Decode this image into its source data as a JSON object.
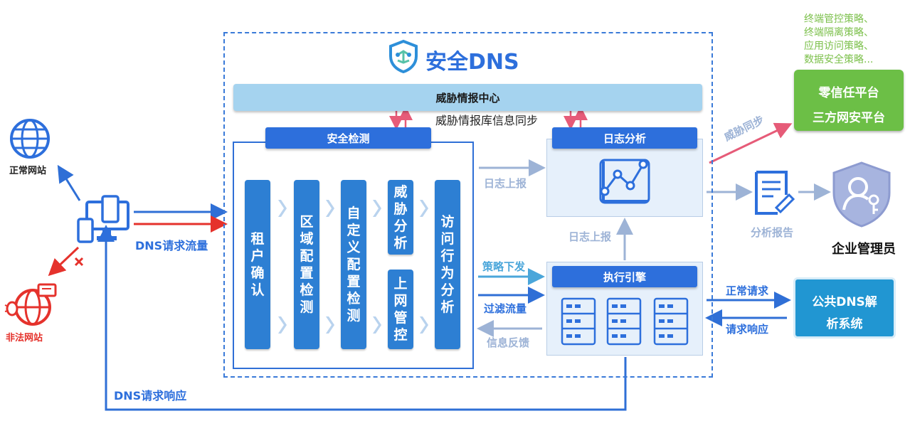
{
  "title": "安全DNS",
  "threat_center": {
    "label": "威胁情报中心",
    "sync_label": "威胁情报库信息同步"
  },
  "security_detection": {
    "label": "安全检测",
    "steps": [
      "租户确认",
      "区域配置检测",
      "自定义配置检测",
      "威胁分析",
      "上网管控",
      "访问行为分析"
    ]
  },
  "log_analysis": {
    "label": "日志分析"
  },
  "execution_engine": {
    "label": "执行引擎"
  },
  "flows": {
    "log_report_left": "日志上报",
    "log_report_up": "日志上报",
    "policy_down": "策略下发",
    "filter_traffic": "过滤流量",
    "info_feedback": "信息反馈",
    "dns_request_traffic": "DNS请求流量",
    "dns_request_response": "DNS请求响应",
    "threat_sync": "威胁同步",
    "normal_request": "正常请求",
    "request_response": "请求响应",
    "analysis_report": "分析报告"
  },
  "left": {
    "normal_site": "正常网站",
    "illegal_site": "非法网站"
  },
  "right": {
    "zero_trust_line1": "零信任平台",
    "zero_trust_line2": "三方网安平台",
    "policies": [
      "终端管控策略、",
      "终端隔离策略、",
      "应用访问策略、",
      "数据安全策略..."
    ],
    "admin": "企业管理员",
    "public_dns_line1": "公共DNS解",
    "public_dns_line2": "析系统"
  },
  "colors": {
    "primary_blue": "#2d6fdc",
    "column_blue": "#2d7fd3",
    "light_arrow": "#9db3d6",
    "red": "#e5322c",
    "pink_arrow": "#e65b78",
    "green": "#6cbf46",
    "policy_text_green": "#7cc04b"
  }
}
